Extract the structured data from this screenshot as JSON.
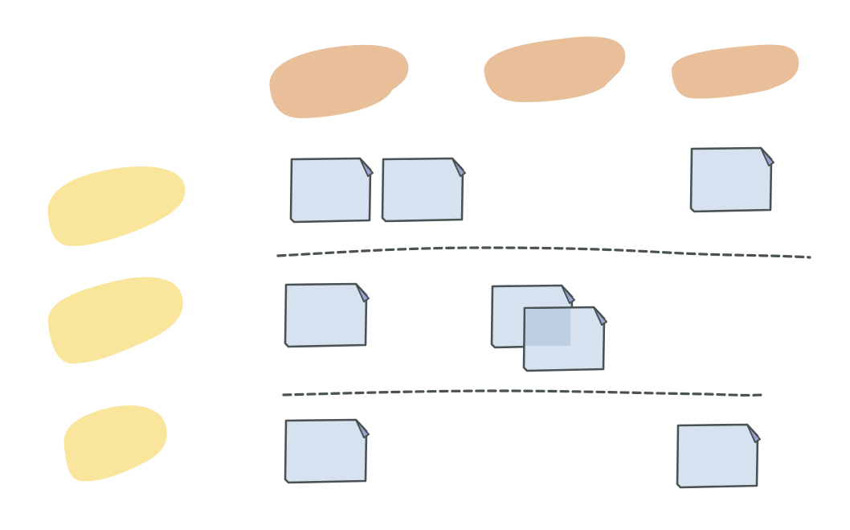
{
  "colors": {
    "column_header": "#e9bf9a",
    "row_header": "#f9e59b",
    "card_fill": "#d6e2ef",
    "card_overlap": "#bccfe3",
    "fold": "#9ea4d2",
    "line": "#4a5254",
    "background": "#ffffff"
  },
  "columns": [
    {
      "name": "column-header-1",
      "label": ""
    },
    {
      "name": "column-header-2",
      "label": ""
    },
    {
      "name": "column-header-3",
      "label": ""
    }
  ],
  "rows": [
    {
      "name": "row-header-1",
      "label": ""
    },
    {
      "name": "row-header-2",
      "label": ""
    },
    {
      "name": "row-header-3",
      "label": ""
    }
  ],
  "cards": [
    {
      "row": 1,
      "column": 1,
      "label": ""
    },
    {
      "row": 1,
      "column": 1,
      "label": ""
    },
    {
      "row": 1,
      "column": 3,
      "label": ""
    },
    {
      "row": 2,
      "column": 1,
      "label": ""
    },
    {
      "row": 2,
      "column": 2,
      "label": ""
    },
    {
      "row": 2,
      "column": 2,
      "label": ""
    },
    {
      "row": 3,
      "column": 1,
      "label": ""
    },
    {
      "row": 3,
      "column": 3,
      "label": ""
    }
  ],
  "icons": {
    "card": "sticky-note-icon",
    "fold": "folded-corner-icon",
    "divider": "dashed-line"
  }
}
